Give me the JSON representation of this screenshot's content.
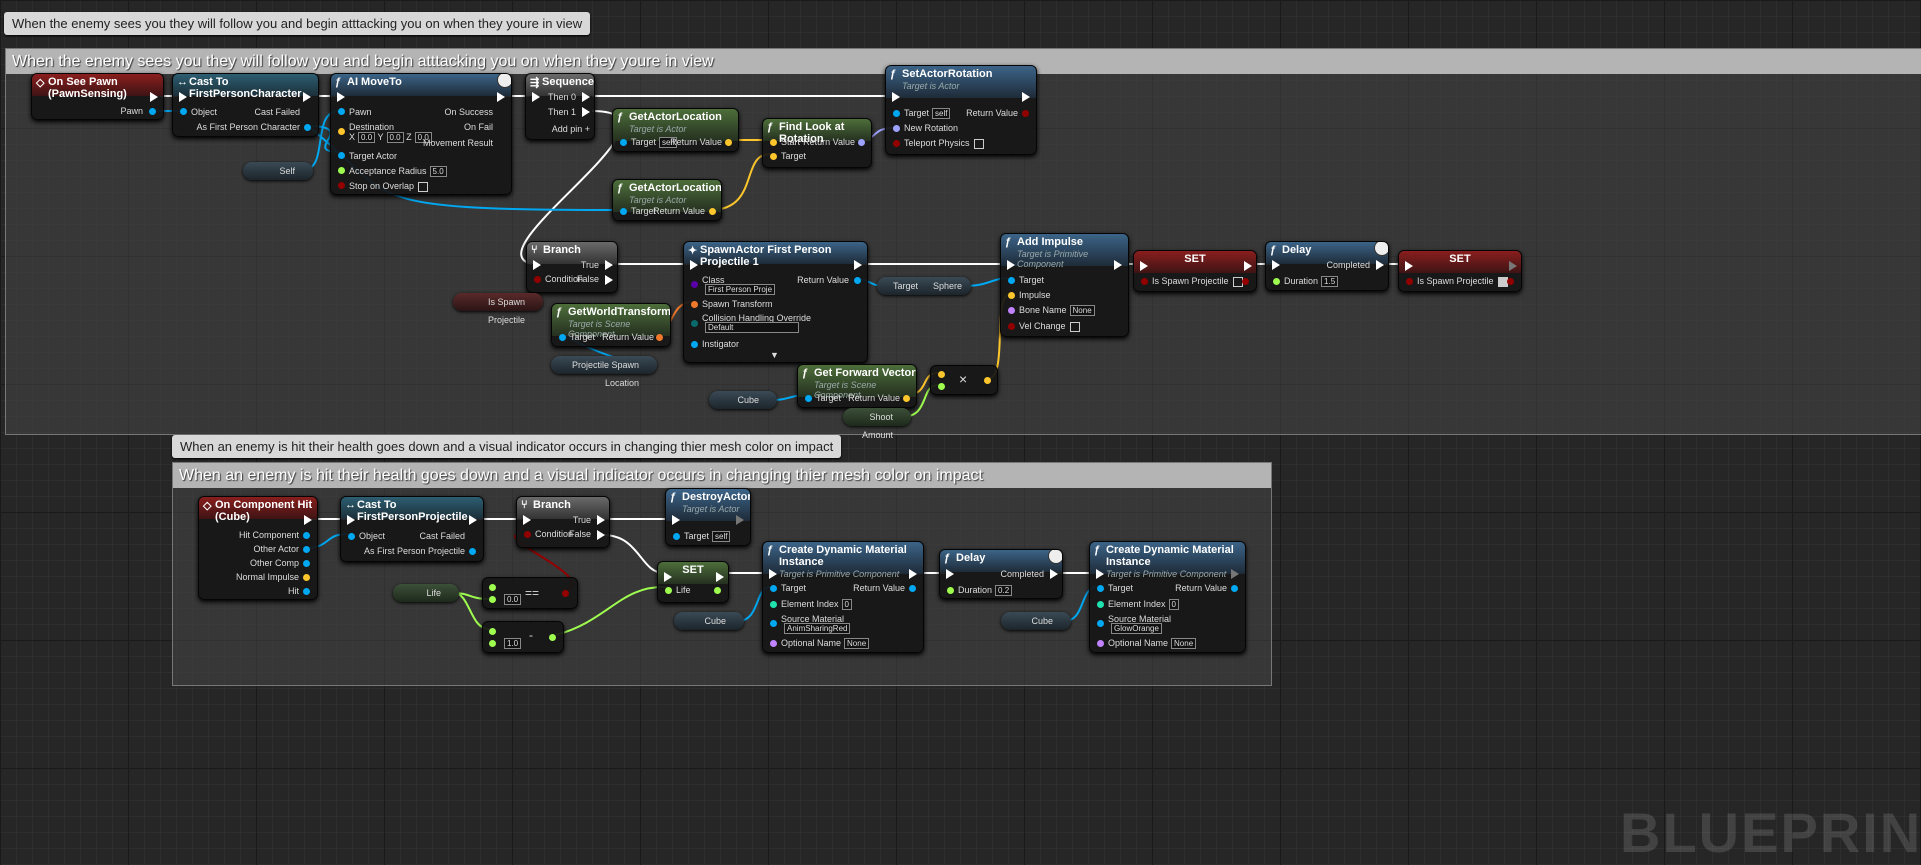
{
  "comments": {
    "c1_bubble": "When the enemy sees you they will follow you and begin atttacking you on when they youre in view",
    "c1_title": "When the enemy sees you they will follow you and begin atttacking you on when they youre in view",
    "c2_bubble": "When an enemy is hit their health goes down and a visual indicator occurs in changing thier mesh color on impact",
    "c2_title": "When an enemy is hit their health goes down and a visual indicator occurs in changing thier mesh color on impact"
  },
  "nodes": {
    "onSeePawn": {
      "title": "On See Pawn (PawnSensing)",
      "pawn": "Pawn"
    },
    "castFPC": {
      "title": "Cast To FirstPersonCharacter",
      "object": "Object",
      "castFailed": "Cast Failed",
      "asFPC": "As First Person Character"
    },
    "aiMoveTo": {
      "title": "AI MoveTo",
      "pawn": "Pawn",
      "onSuccess": "On Success",
      "onFail": "On Fail",
      "destination": "Destination",
      "x": "X",
      "xv": "0.0",
      "y": "Y",
      "yv": "0.0",
      "z": "Z",
      "zv": "0.0",
      "movementResult": "Movement Result",
      "targetActor": "Target Actor",
      "acceptanceRadius": "Acceptance Radius",
      "acceptanceValue": "5.0",
      "stopOnOverlap": "Stop on Overlap"
    },
    "sequence": {
      "title": "Sequence",
      "then0": "Then 0",
      "then1": "Then 1",
      "addPin": "Add pin +"
    },
    "getActorLocation1": {
      "title": "GetActorLocation",
      "sub": "Target is Actor",
      "target": "Target",
      "self": "self",
      "returnValue": "Return Value"
    },
    "getActorLocation2": {
      "title": "GetActorLocation",
      "sub": "Target is Actor",
      "target": "Target",
      "returnValue": "Return Value"
    },
    "findLookAt": {
      "title": "Find Look at Rotation",
      "start": "Start",
      "target": "Target",
      "returnValue": "Return Value"
    },
    "setActorRotation": {
      "title": "SetActorRotation",
      "sub": "Target is Actor",
      "target": "Target",
      "self": "self",
      "returnValue": "Return Value",
      "newRotation": "New Rotation",
      "teleport": "Teleport Physics"
    },
    "selfVar": "Self",
    "branch1": {
      "title": "Branch",
      "condition": "Condition",
      "true": "True",
      "false": "False"
    },
    "isSpawnVar": "Is Spawn Projectile",
    "getWorldTransform": {
      "title": "GetWorldTransform",
      "sub": "Target is Scene Component",
      "target": "Target",
      "returnValue": "Return Value"
    },
    "projSpawnLoc": "Projectile Spawn Location",
    "spawnActor": {
      "title": "SpawnActor First Person Projectile 1",
      "class": "Class",
      "classValue": "First Person Proje",
      "returnValue": "Return Value",
      "spawnTransform": "Spawn Transform",
      "collision": "Collision Handling Override",
      "collisionValue": "Default",
      "instigator": "Instigator"
    },
    "sphereTarget": {
      "target": "Target",
      "sphere": "Sphere"
    },
    "getForwardVector": {
      "title": "Get Forward Vector",
      "sub": "Target is Scene Component",
      "target": "Target",
      "returnValue": "Return Value"
    },
    "cubeVar1": "Cube",
    "shootAmountVar": "Shoot Amount",
    "multiply": "×",
    "addImpulse": {
      "title": "Add Impulse",
      "sub": "Target is Primitive Component",
      "target": "Target",
      "impulse": "Impulse",
      "boneName": "Bone Name",
      "boneValue": "None",
      "velChange": "Vel Change"
    },
    "set1": {
      "title": "SET",
      "label": "Is Spawn Projectile"
    },
    "delay1": {
      "title": "Delay",
      "completed": "Completed",
      "duration": "Duration",
      "durationValue": "1.5"
    },
    "set2": {
      "title": "SET",
      "label": "Is Spawn Projectile"
    },
    "onCompHit": {
      "title": "On Component Hit (Cube)",
      "hitComponent": "Hit Component",
      "otherActor": "Other Actor",
      "otherComp": "Other Comp",
      "normalImpulse": "Normal Impulse",
      "hit": "Hit"
    },
    "castFPP": {
      "title": "Cast To FirstPersonProjectile",
      "object": "Object",
      "castFailed": "Cast Failed",
      "asFPP": "As First Person Projectile"
    },
    "branch2": {
      "title": "Branch",
      "condition": "Condition",
      "true": "True",
      "false": "False"
    },
    "destroyActor": {
      "title": "DestroyActor",
      "sub": "Target is Actor",
      "target": "Target",
      "self": "self"
    },
    "lifeVar": "Life",
    "equals": {
      "op": "==",
      "value": "0.0"
    },
    "minus": {
      "op": "-",
      "value": "1.0"
    },
    "setLife": {
      "title": "SET",
      "life": "Life"
    },
    "cubeVar2": "Cube",
    "cdmi1": {
      "title": "Create Dynamic Material Instance",
      "sub": "Target is Primitive Component",
      "target": "Target",
      "returnValue": "Return Value",
      "elementIndex": "Element Index",
      "elementValue": "0",
      "sourceMaterial": "Source Material",
      "sourceValue": "AnimSharingRed",
      "optionalName": "Optional Name",
      "optionalValue": "None"
    },
    "delay2": {
      "title": "Delay",
      "completed": "Completed",
      "duration": "Duration",
      "durationValue": "0.2"
    },
    "cubeVar3": "Cube",
    "cdmi2": {
      "title": "Create Dynamic Material Instance",
      "sub": "Target is Primitive Component",
      "target": "Target",
      "returnValue": "Return Value",
      "elementIndex": "Element Index",
      "elementValue": "0",
      "sourceMaterial": "Source Material",
      "sourceValue": "GlowOrange",
      "optionalName": "Optional Name",
      "optionalValue": "None"
    }
  },
  "watermark": "BLUEPRINT",
  "colors": {
    "exec": "#ffffff",
    "object": "#00a8f2",
    "vector": "#fdc62c",
    "rotator": "#9ea2ff",
    "bool": "#930000",
    "float": "#9efd4f",
    "transform": "#f0782a",
    "class": "#5a00a8",
    "name": "#c183ff"
  }
}
